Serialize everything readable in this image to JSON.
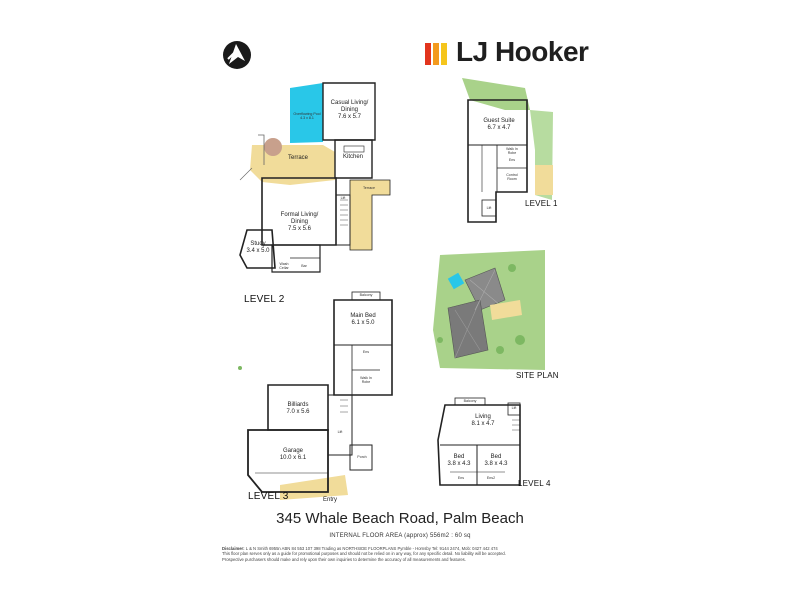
{
  "brand": {
    "name": "LJ Hooker",
    "stripe_colors": [
      "#e2341d",
      "#f39a1e",
      "#f5c51c"
    ]
  },
  "icons": {
    "north": "north-arrow-icon"
  },
  "colors": {
    "wall": "#222222",
    "terrace": "#f1dc9a",
    "pool": "#29c7e8",
    "garden": "#a9d28a",
    "roof": "#7f7f7f"
  },
  "title": {
    "address": "345 Whale Beach Road, Palm Beach",
    "area": "INTERNAL FLOOR AREA (approx) 556m2 : 60 sq"
  },
  "disclaimer": {
    "label": "Disclaimer:",
    "lines": [
      "L & N Smith 6955n ABN 84 553 107 398 Trading as NORTHSIDE FLOORPLANS Pymble - Hornsby Tel: 9144 2474, Mob: 0427 442 474",
      "This floor plan serves only as a guide for promotional purposes and should not be relied on in any way, for any specific detail. No liability will be accepted.",
      "Prospective purchasers should make and rely upon their own inquiries to determine the accuracy of all measurements and features."
    ]
  },
  "levels": {
    "level2": {
      "name": "LEVEL 2",
      "rooms": {
        "pool": "Overflowing Pool\n4.3 x 8.1",
        "casual": "Casual Living/\nDining\n7.6 x 5.7",
        "terrace_main": "Terrace",
        "kitchen": "Kitchen",
        "terrace_small": "Terrace",
        "formal": "Formal Living/\nDining\n7.5 x 5.6",
        "study": "Study\n3.4 x 5.0",
        "wc": "Wash\nCellar",
        "lift": "Lift",
        "bar": "Bar"
      }
    },
    "level1": {
      "name": "LEVEL 1",
      "rooms": {
        "guest": "Guest Suite\n6.7 x 4.7",
        "walkin": "Walk In\nRobe",
        "ens": "Ens",
        "control": "Control\nRoom",
        "lift": "Lift"
      }
    },
    "site": {
      "name": "SITE PLAN"
    },
    "level3": {
      "name": "LEVEL 3",
      "rooms": {
        "balcony": "Balcony",
        "main_bed": "Main Bed\n6.1 x 5.0",
        "ens": "Ens",
        "robe": "Walk In\nRobe",
        "billiards": "Billiards\n7.0 x 5.6",
        "garage": "Garage\n10.0 x 6.1",
        "porch": "Porch",
        "entry": "Entry",
        "lift": "Lift"
      }
    },
    "level4": {
      "name": "LEVEL 4",
      "rooms": {
        "balcony": "Balcony",
        "living": "Living\n8.1 x 4.7",
        "bed1": "Bed\n3.8 x 4.3",
        "bed2": "Bed\n3.8 x 4.3",
        "ens": "Ens",
        "ens2": "Ens2",
        "lift": "Lift"
      }
    }
  }
}
